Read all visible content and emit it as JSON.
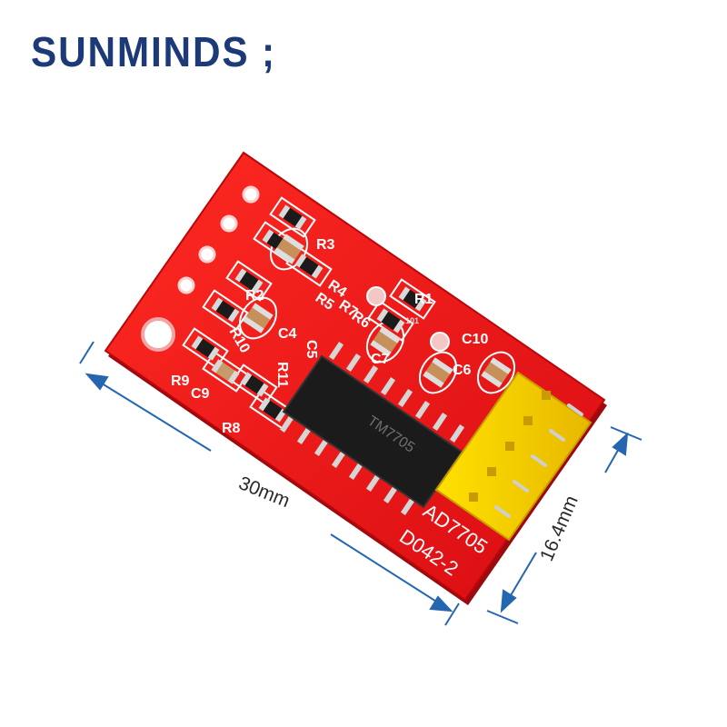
{
  "brand": {
    "name": "SUNMINDS"
  },
  "dimensions": {
    "width": "30mm",
    "height": "16.4mm"
  },
  "board": {
    "chip_marking": "TM7705",
    "model_label": "AD7705",
    "code_label": "D042-2",
    "silkscreen": [
      "R3",
      "R4",
      "R2",
      "R5",
      "C4",
      "C5",
      "R9",
      "C9",
      "R8",
      "R11",
      "R1",
      "R10",
      "C7",
      "C6",
      "C10",
      "R7",
      "R6"
    ],
    "smd_marking": "101",
    "colors": {
      "pcb": "#e8141a",
      "header": "#f2d300",
      "chip": "#1b1b1b",
      "ink": "#1c3a78"
    }
  }
}
